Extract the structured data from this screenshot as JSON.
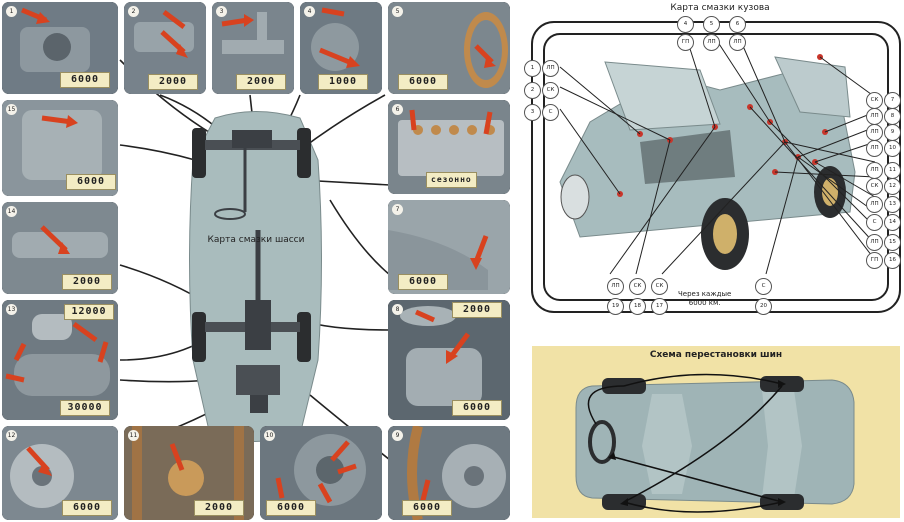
{
  "chassis": {
    "title": "Карта смазки шасси",
    "panels": [
      {
        "num": "1",
        "interval": "6000"
      },
      {
        "num": "2",
        "interval": "2000"
      },
      {
        "num": "3",
        "interval": "2000"
      },
      {
        "num": "4",
        "interval": "1000"
      },
      {
        "num": "5",
        "interval": "6000"
      },
      {
        "num": "15",
        "interval": "6000"
      },
      {
        "num": "6",
        "interval": "сезонно"
      },
      {
        "num": "14",
        "interval": "2000"
      },
      {
        "num": "7",
        "interval": "6000"
      },
      {
        "num": "13",
        "interval_top": "12000",
        "interval": "30000"
      },
      {
        "num": "8",
        "interval_top": "2000",
        "interval": "6000"
      },
      {
        "num": "12",
        "interval": "6000"
      },
      {
        "num": "11",
        "interval": "2000"
      },
      {
        "num": "10",
        "interval": "6000"
      },
      {
        "num": "9",
        "interval": "6000"
      }
    ]
  },
  "body_map": {
    "title": "Карта смазки кузова",
    "top_codes": [
      {
        "num": "4",
        "code": "ГП"
      },
      {
        "num": "5",
        "code": "ЛП"
      },
      {
        "num": "6",
        "code": "ЛП"
      }
    ],
    "left_codes": [
      {
        "num": "1",
        "code": "ЛП"
      },
      {
        "num": "2",
        "code": "СК"
      },
      {
        "num": "3",
        "code": "С"
      }
    ],
    "right_codes": [
      {
        "num": "7",
        "code": "СК"
      },
      {
        "num": "8",
        "code": "ЛП"
      },
      {
        "num": "9",
        "code": "ЛП"
      },
      {
        "num": "10",
        "code": "ЛП"
      },
      {
        "num": "11",
        "code": "ЛП"
      },
      {
        "num": "12",
        "code": "СК"
      },
      {
        "num": "13",
        "code": "ЛП"
      },
      {
        "num": "14",
        "code": "С"
      },
      {
        "num": "15",
        "code": "ЛП"
      },
      {
        "num": "16",
        "code": "ГП"
      }
    ],
    "bottom_codes": [
      {
        "num": "19",
        "code": "ЛП"
      },
      {
        "num": "18",
        "code": "СК"
      },
      {
        "num": "17",
        "code": "СК"
      },
      {
        "num": "20",
        "code": "С"
      }
    ],
    "note_line1": "Через каждые",
    "note_line2": "6000 км."
  },
  "tire_rotation": {
    "title": "Схема перестановки шин"
  },
  "colors": {
    "arrow": "#d8421f",
    "panel_tag": "#f3ecc4",
    "tire_bg": "#f1e2a6",
    "car_body": "#9fb4b6"
  }
}
